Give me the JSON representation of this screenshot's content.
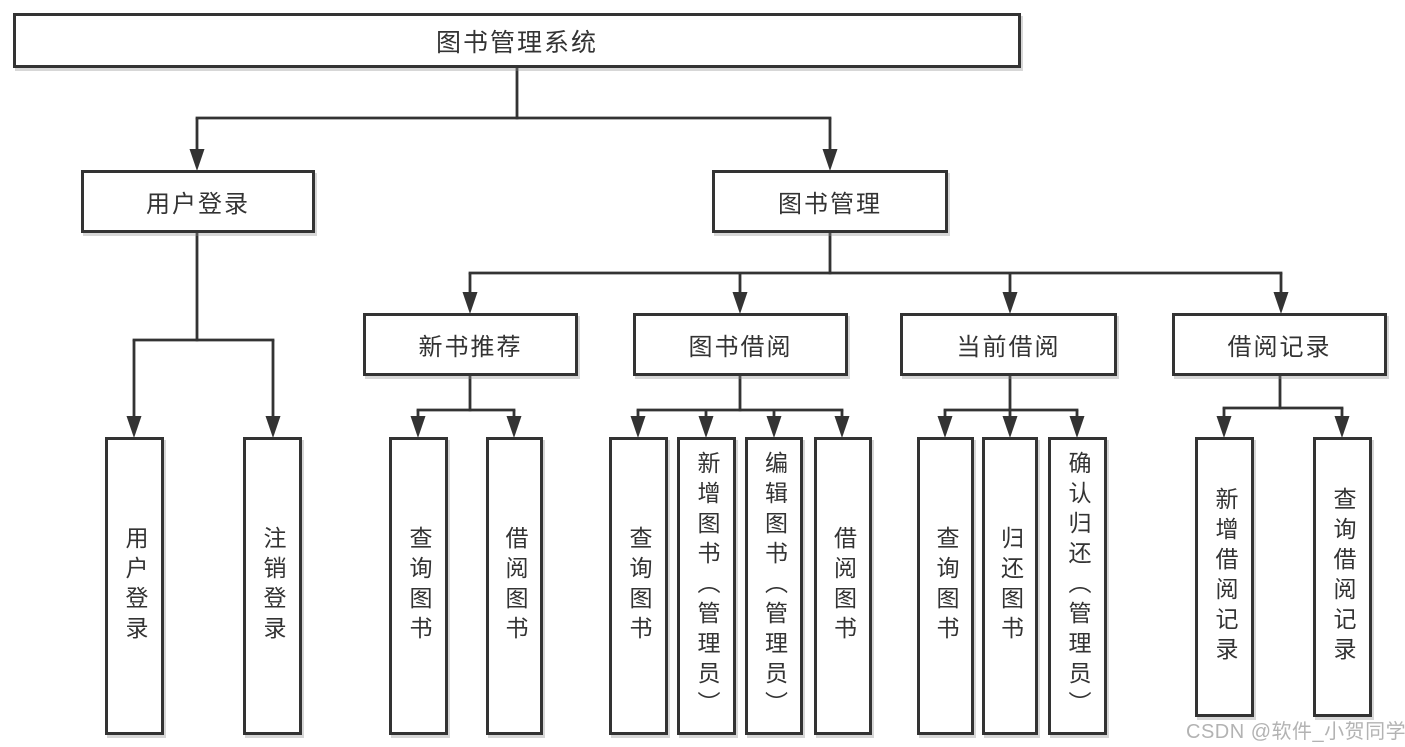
{
  "tree": {
    "root": "图书管理系统",
    "children": [
      {
        "label": "用户登录",
        "children": [
          {
            "label": "用户登录"
          },
          {
            "label": "注销登录"
          }
        ]
      },
      {
        "label": "图书管理",
        "children": [
          {
            "label": "新书推荐",
            "children": [
              {
                "label": "查询图书"
              },
              {
                "label": "借阅图书"
              }
            ]
          },
          {
            "label": "图书借阅",
            "children": [
              {
                "label": "查询图书"
              },
              {
                "label": "新增图书（管理员）"
              },
              {
                "label": "编辑图书（管理员）"
              },
              {
                "label": "借阅图书"
              }
            ]
          },
          {
            "label": "当前借阅",
            "children": [
              {
                "label": "查询图书"
              },
              {
                "label": "归还图书"
              },
              {
                "label": "确认归还（管理员）"
              }
            ]
          },
          {
            "label": "借阅记录",
            "children": [
              {
                "label": "新增借阅记录"
              },
              {
                "label": "查询借阅记录"
              }
            ]
          }
        ]
      }
    ]
  },
  "watermark": {
    "text": "CSDN @软件_小贺同学"
  },
  "colors": {
    "line": "#333333",
    "text": "#333333",
    "watermark": "#b3b3b3"
  }
}
